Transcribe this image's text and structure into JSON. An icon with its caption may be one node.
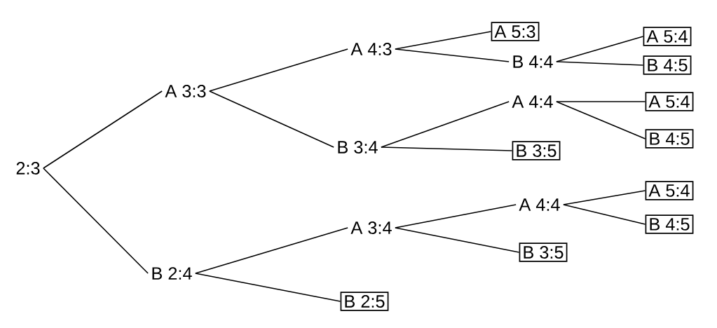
{
  "diagram": {
    "nodes": [
      {
        "text": [
          "2:3"
        ]
      },
      {
        "text": [
          "A 3:3"
        ]
      },
      {
        "text": [
          "B 2:4"
        ]
      },
      {
        "text": [
          "A 4:3"
        ]
      },
      {
        "text": [
          "B 3:4"
        ]
      },
      {
        "text": [
          "A 3:4"
        ]
      },
      {
        "text": [
          "B 2:5"
        ]
      },
      {
        "text": [
          "A 5:3"
        ]
      },
      {
        "text": [
          "B 4:4"
        ]
      },
      {
        "text": [
          "A 4:4"
        ]
      },
      {
        "text": [
          "B 3:5"
        ]
      },
      {
        "text": [
          "A 4:4"
        ]
      },
      {
        "text": [
          "B 3:5"
        ]
      },
      {
        "text": [
          "A 5:4"
        ]
      },
      {
        "text": [
          "B 4:5"
        ]
      },
      {
        "text": [
          "A 5:4"
        ]
      },
      {
        "text": [
          "B 4:5"
        ]
      },
      {
        "text": [
          "A 5:4"
        ]
      },
      {
        "text": [
          "B 4:5"
        ]
      }
    ],
    "edges": [
      {
        "from": 0,
        "to": 1,
        "arrow": "none"
      },
      {
        "from": 0,
        "to": 2,
        "arrow": "none"
      },
      {
        "from": 1,
        "to": 3,
        "arrow": "none"
      },
      {
        "from": 1,
        "to": 4,
        "arrow": "none"
      },
      {
        "from": 2,
        "to": 5,
        "arrow": "none"
      },
      {
        "from": 2,
        "to": 6,
        "arrow": "none"
      },
      {
        "from": 3,
        "to": 7,
        "arrow": "none"
      },
      {
        "from": 3,
        "to": 8,
        "arrow": "none"
      },
      {
        "from": 4,
        "to": 9,
        "arrow": "none"
      },
      {
        "from": 4,
        "to": 10,
        "arrow": "none"
      },
      {
        "from": 5,
        "to": 11,
        "arrow": "none"
      },
      {
        "from": 5,
        "to": 12,
        "arrow": "none"
      },
      {
        "from": 8,
        "to": 13,
        "arrow": "none"
      },
      {
        "from": 8,
        "to": 14,
        "arrow": "none"
      },
      {
        "from": 9,
        "to": 15,
        "arrow": "none"
      },
      {
        "from": 9,
        "to": 16,
        "arrow": "none"
      },
      {
        "from": 11,
        "to": 17,
        "arrow": "none"
      },
      {
        "from": 11,
        "to": 18,
        "arrow": "none"
      }
    ]
  }
}
